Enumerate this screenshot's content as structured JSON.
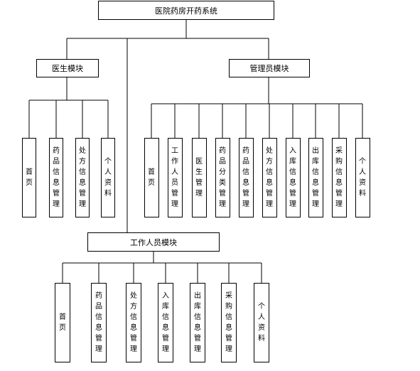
{
  "root": "医院药房开药系统",
  "modules": [
    {
      "title": "医生模块",
      "items": [
        "首页",
        "药品信息管理",
        "处方信息管理",
        "个人资料"
      ]
    },
    {
      "title": "管理员模块",
      "items": [
        "首页",
        "工作人员管理",
        "医生管理",
        "药品分类管理",
        "药品信息管理",
        "处方信息管理",
        "入库信息管理",
        "出库信息管理",
        "采购信息管理",
        "个人资料"
      ]
    },
    {
      "title": "工作人员模块",
      "items": [
        "首页",
        "药品信息管理",
        "处方信息管理",
        "入库信息管理",
        "出库信息管理",
        "采购信息管理",
        "个人资料"
      ]
    }
  ],
  "colors": {
    "line": "#000000",
    "box_border": "#000000",
    "box_fill": "#ffffff"
  }
}
